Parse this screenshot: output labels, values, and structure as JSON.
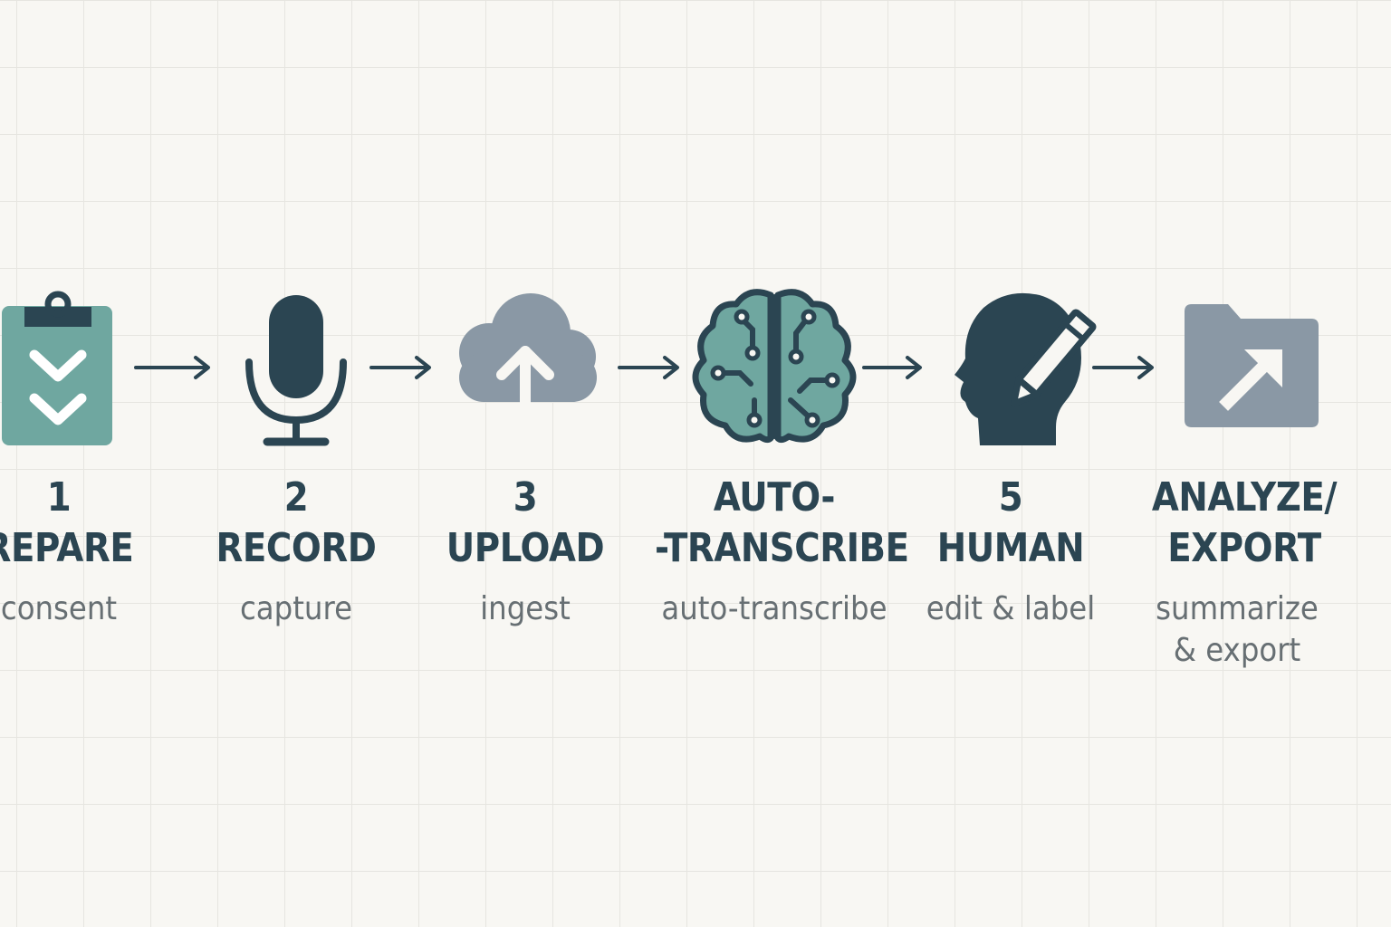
{
  "steps": [
    {
      "number": "1",
      "title": "REPARE",
      "subtitle": "consent",
      "icon": "clipboard-check-icon"
    },
    {
      "number": "2",
      "title": "RECORD",
      "subtitle": "capture",
      "icon": "microphone-icon"
    },
    {
      "number": "3",
      "title": "UPLOAD",
      "subtitle": "ingest",
      "icon": "cloud-upload-icon"
    },
    {
      "line1": "AUTO-",
      "line2": "-TRANSCRIBE",
      "subtitle": "auto-transcribe",
      "icon": "brain-icon"
    },
    {
      "number": "5",
      "title": "HUMAN",
      "subtitle": "edit & label",
      "icon": "human-edit-icon"
    },
    {
      "line1": "ANALYZE/",
      "line2": "EXPORT",
      "subtitle": "summarize\n& export",
      "icon": "folder-export-icon"
    }
  ],
  "colors": {
    "dark": "#2b4552",
    "teal": "#6fa7a0",
    "slate": "#8a98a5",
    "text_muted": "#676f73",
    "background": "#f8f7f3",
    "grid": "#e6e5e0"
  }
}
